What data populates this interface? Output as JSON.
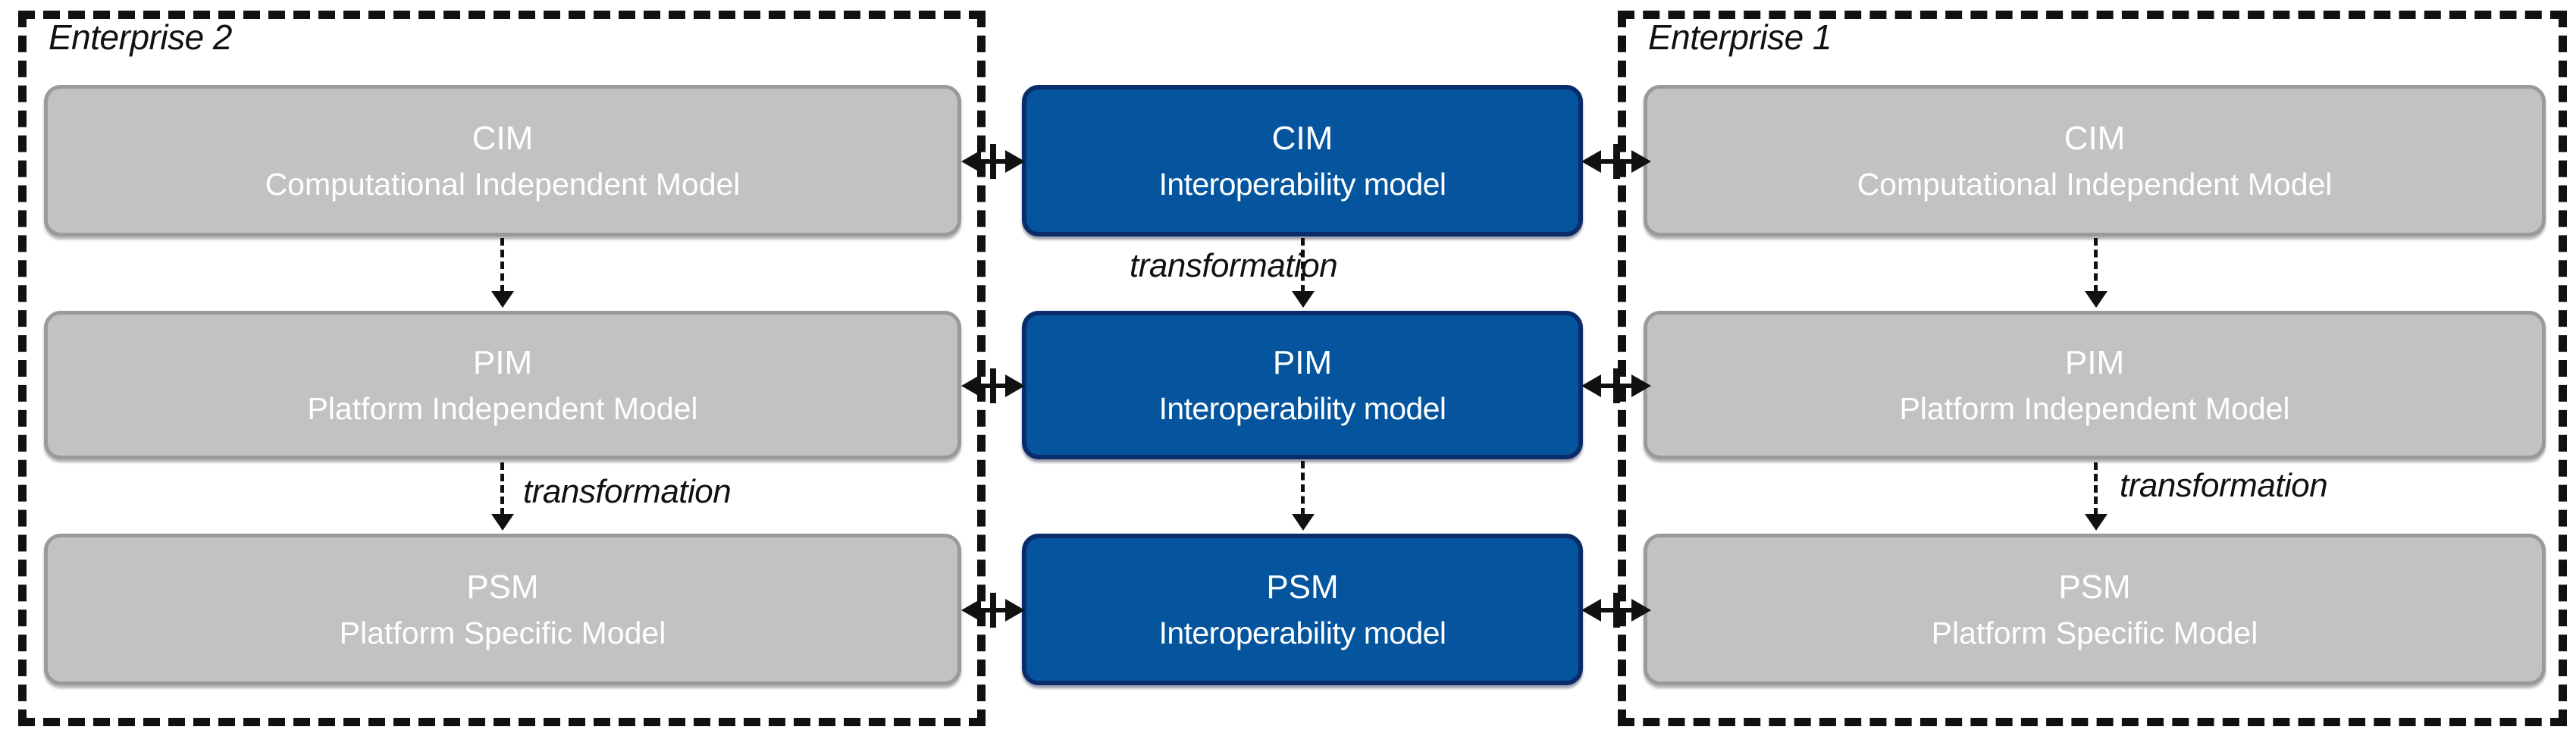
{
  "diagram": {
    "title": "MDA interoperability model across two enterprises",
    "colors": {
      "gray_box_fill": "#c2c2c2",
      "gray_box_border": "#9a9a9a",
      "blue_box_fill": "#04559E",
      "blue_box_border": "#0b2c6b",
      "box_text": "#ffffff",
      "label_text": "#111111",
      "enterprise_border": "#111111"
    },
    "enterprises": [
      {
        "id": "enterprise-2",
        "label": "Enterprise 2"
      },
      {
        "id": "enterprise-1",
        "label": "Enterprise 1"
      }
    ],
    "columns": {
      "left": {
        "owner": "Enterprise 2",
        "boxes": [
          {
            "acronym": "CIM",
            "subtitle": "Computational Independent  Model"
          },
          {
            "acronym": "PIM",
            "subtitle": "Platform Independent  Model"
          },
          {
            "acronym": "PSM",
            "subtitle": "Platform Specific  Model"
          }
        ]
      },
      "middle": {
        "owner": "Interoperability",
        "boxes": [
          {
            "acronym": "CIM",
            "subtitle": "Interoperability model"
          },
          {
            "acronym": "PIM",
            "subtitle": "Interoperability model"
          },
          {
            "acronym": "PSM",
            "subtitle": "Interoperability model"
          }
        ]
      },
      "right": {
        "owner": "Enterprise 1",
        "boxes": [
          {
            "acronym": "CIM",
            "subtitle": "Computational Independent  Model"
          },
          {
            "acronym": "PIM",
            "subtitle": "Platform Independent  Model"
          },
          {
            "acronym": "PSM",
            "subtitle": "Platform Specific  Model"
          }
        ]
      }
    },
    "transformation_labels": [
      {
        "id": "left-pim-to-psm",
        "text": "transformation"
      },
      {
        "id": "middle-cim-to-pim",
        "text": "transformation"
      },
      {
        "id": "right-pim-to-psm",
        "text": "transformation"
      }
    ],
    "arrows": {
      "vertical_dashed_down": [
        "left-cim-to-pim",
        "left-pim-to-psm",
        "middle-cim-to-pim",
        "middle-pim-to-psm",
        "right-cim-to-pim",
        "right-pim-to-psm"
      ],
      "horizontal_bidirectional": [
        "left-cim-to-middle-cim",
        "middle-cim-to-right-cim",
        "left-pim-to-middle-pim",
        "middle-pim-to-right-pim",
        "left-psm-to-middle-psm",
        "middle-psm-to-right-psm"
      ]
    }
  }
}
